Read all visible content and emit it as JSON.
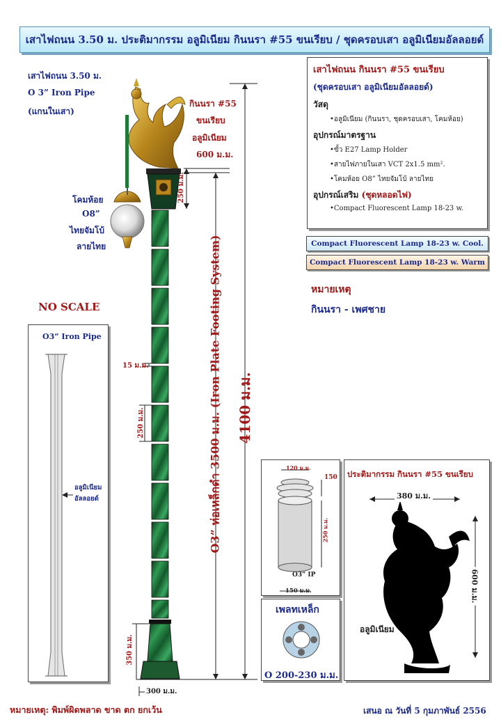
{
  "title": "เสาไฟถนน 3.50 ม. ประติมากรรม อลูมิเนียม กินนรา #55 ขนเรียบ / ชุดครอบเสา อลูมิเนียมอัลลอยด์",
  "left_header": {
    "line1": "เสาไฟถนน 3.50 ม.",
    "line2": "O 3” Iron Pipe",
    "line3": "(แกนในเสา)"
  },
  "statue_label": {
    "line1": "กินนรา #55",
    "line2": "ขนเรียบ",
    "line3": "อลูมิเนียม",
    "line4": "600 ม.ม."
  },
  "lamp_label": {
    "line1": "โคมห้อย",
    "line2": "O8”",
    "line3": "ไทยจัมโบ้",
    "line4": "ลายไทย"
  },
  "no_scale": "NO SCALE",
  "pipe_panel": {
    "title": "O3” Iron Pipe",
    "material_line1": "อลูมิเนียม",
    "material_line2": "อัลลอยด์"
  },
  "dimensions": {
    "head_250": "250 ม.ม.",
    "gap_15": "15 ม.ม.",
    "segment_250": "250 ม.ม.",
    "base_350": "350 ม.ม.",
    "base_width": "300 ม.ม.",
    "pipe_height": "O3” ท่อเหล็กดำ 3500 ม.ม. (Iron  Plate Footing System)",
    "total_height": "4100 ม.ม."
  },
  "spec_box": {
    "heading": "เสาไฟถนน กินนรา #55 ขนเรียบ",
    "subheading": "(ชุดครอบเสา อลูมิเนียมอัลลอยด์)",
    "material_title": "วัสดุ",
    "material_item": "•อลูมิเนียม (กินนรา, ชุดครอบเสา, โคมห้อย)",
    "standard_title": "อุปกรณ์มาตรฐาน",
    "standard_items": [
      "•ขั้ว E27  Lamp  Holder",
      "•สายไฟภายในเสา VCT 2x1.5  mm².",
      "•โคมห้อย O8”  ไทยจัมโบ้ ลายไทย"
    ],
    "extra_title": "อุปกรณ์เสริม",
    "extra_accent": "(ชุดหลอดไฟ)",
    "extra_item": "•Compact Fluorescent Lamp  18-23  w."
  },
  "lamp_options": {
    "cool": "Compact Fluorescent Lamp 18-23 w. Cool.",
    "warm": "Compact Fluorescent Lamp  18-23 w. Warm"
  },
  "note": {
    "title": "หมายเหตุ",
    "text": "กินนรา - เพศชาย"
  },
  "sleeve_panel": {
    "width_top": "120 ม.ม.",
    "height_top": "150",
    "height_body": "250 ม.ม.",
    "pipe": "O3” IP",
    "width_bottom": "150 ม.ม."
  },
  "plate_panel": {
    "title": "เพลทเหล็ก",
    "size": "O 200-230 ม.ม."
  },
  "statue_panel": {
    "title": "ประติมากรรม  กินนรา #55 ขนเรียบ",
    "width": "380 ม.ม.",
    "height": "600 ม.ม.",
    "material": "อลูมิเนียม"
  },
  "footer": {
    "left": "หมายเหตุ: พิมพ์ผิดพลาด ขาด ตก ยกเว้น",
    "right": "เสนอ ณ วันที่ 5 กุมภาพันธ์ 2556"
  },
  "colors": {
    "title_text": "#1b2a8c",
    "accent_red": "#a01818",
    "pole_green": "#1f7a3a",
    "gold": "#c9a227"
  }
}
